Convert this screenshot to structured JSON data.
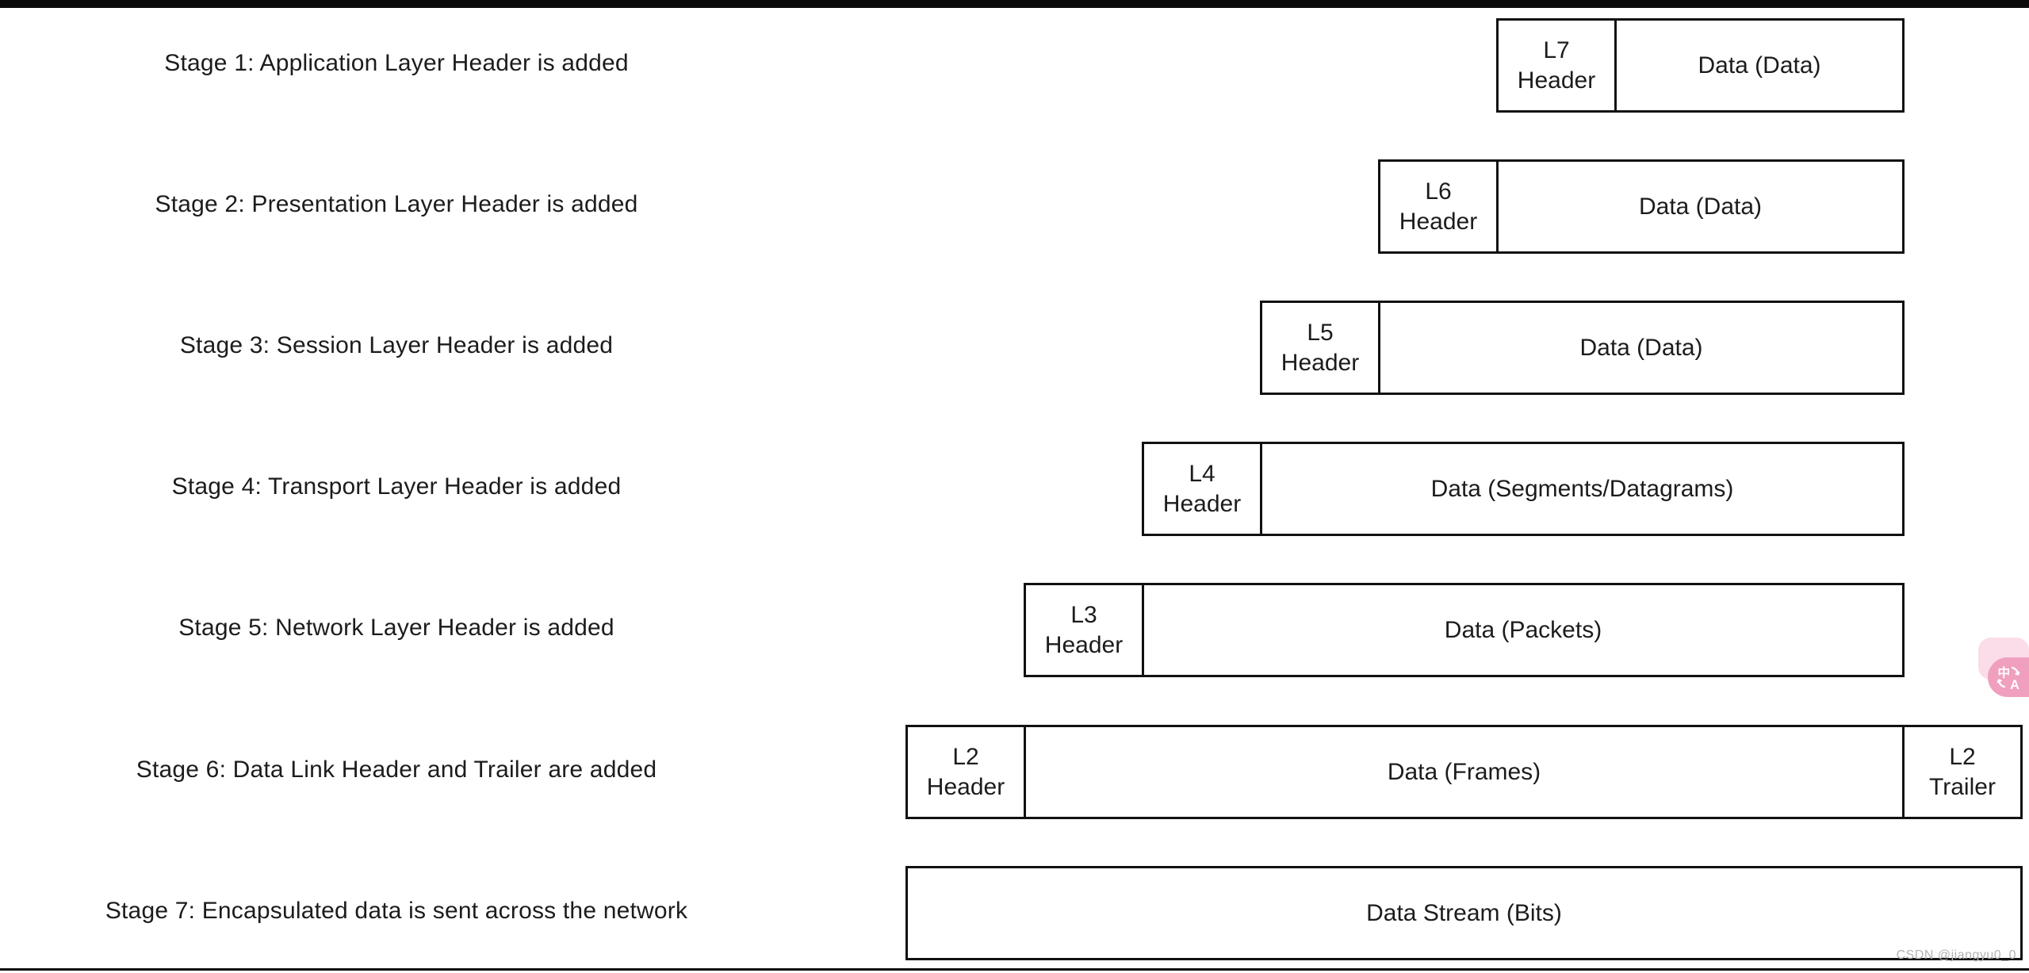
{
  "canvas": {
    "background": "#ffffff",
    "line_color": "#111111",
    "text_color": "#1c1c1c"
  },
  "stages": [
    {
      "label": "Stage 1: Application Layer Header is added",
      "header": {
        "line1": "L7",
        "line2": "Header"
      },
      "data": "Data (Data)"
    },
    {
      "label": "Stage 2: Presentation Layer Header is added",
      "header": {
        "line1": "L6",
        "line2": "Header"
      },
      "data": "Data (Data)"
    },
    {
      "label": "Stage 3: Session Layer Header is added",
      "header": {
        "line1": "L5",
        "line2": "Header"
      },
      "data": "Data (Data)"
    },
    {
      "label": "Stage 4: Transport Layer Header is added",
      "header": {
        "line1": "L4",
        "line2": "Header"
      },
      "data": "Data (Segments/Datagrams)"
    },
    {
      "label": "Stage 5: Network Layer Header is added",
      "header": {
        "line1": "L3",
        "line2": "Header"
      },
      "data": "Data (Packets)"
    },
    {
      "label": "Stage 6: Data Link Header and Trailer are added",
      "header": {
        "line1": "L2",
        "line2": "Header"
      },
      "data": "Data (Frames)",
      "trailer": {
        "line1": "L2",
        "line2": "Trailer"
      }
    },
    {
      "label": "Stage 7: Encapsulated data is sent across the network",
      "data": "Data Stream (Bits)"
    }
  ],
  "watermark": {
    "text": "CSDN @jiangyu0_0",
    "color": "#b3b3b3"
  },
  "translate_badge": {
    "pill_color": "#f0a0be",
    "back_color": "#fbdce9",
    "glyph_zh": "中",
    "glyph_a": "A"
  }
}
